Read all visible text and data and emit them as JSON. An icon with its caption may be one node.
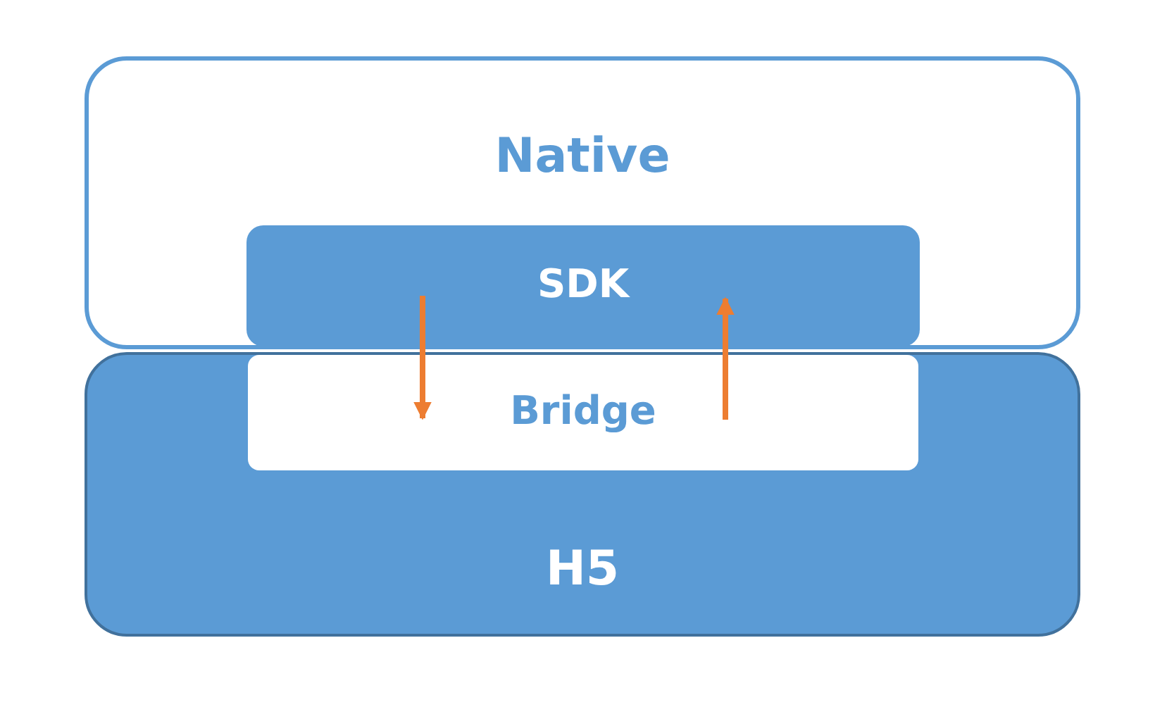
{
  "diagram": {
    "nodes": [
      {
        "text": [
          "Native"
        ]
      },
      {
        "text": [
          "SDK"
        ],
        "in": 0
      },
      {
        "text": [
          "H5"
        ]
      },
      {
        "text": [
          "Bridge"
        ],
        "in": 2
      }
    ],
    "edges": [
      {
        "from": 1,
        "to": 3,
        "arrow": "to",
        "color": "#ed7d31"
      },
      {
        "from": 3,
        "to": 1,
        "arrow": "to",
        "color": "#ed7d31"
      }
    ]
  }
}
